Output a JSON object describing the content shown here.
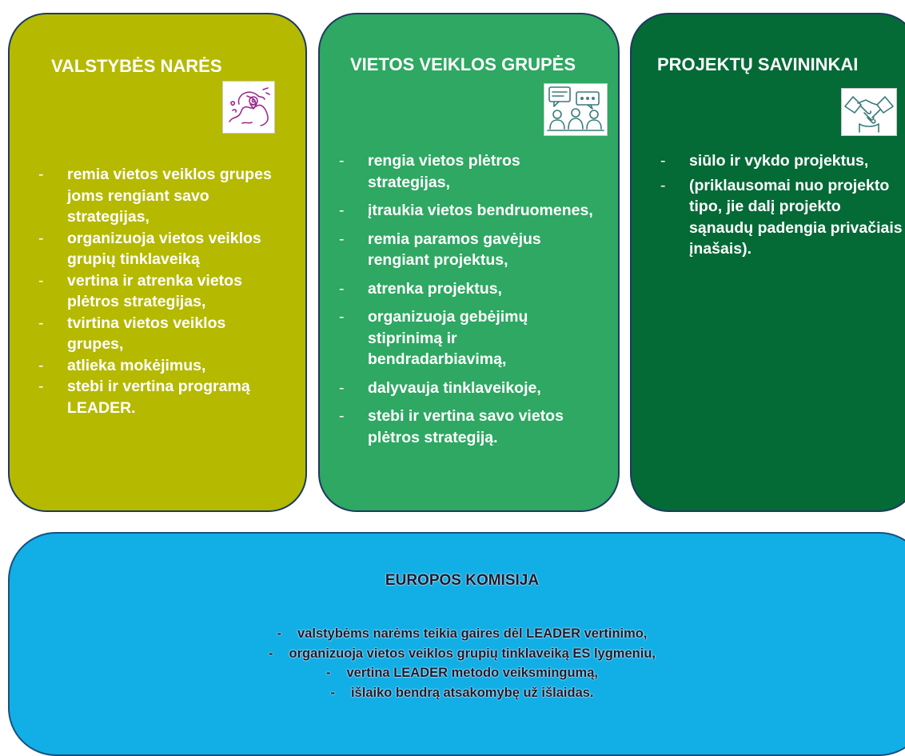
{
  "states": {
    "title": "VALSTYBĖS NARĖS",
    "icon": "europe-map-icon",
    "items": [
      "remia vietos veiklos grupes joms rengiant savo strategijas,",
      "organizuoja vietos veiklos grupių tinklaveiką",
      "vertina ir atrenka vietos plėtros strategijas,",
      "tvirtina vietos veiklos grupes,",
      "atlieka mokėjimus,",
      "stebi ir vertina programą LEADER."
    ]
  },
  "lag": {
    "title": "VIETOS VEIKLOS GRUPĖS",
    "icon": "group-discussion-icon",
    "items": [
      "rengia vietos plėtros strategijas,",
      "įtraukia vietos bendruomenes,",
      "remia paramos gavėjus rengiant projektus,",
      "atrenka projektus,",
      "organizuoja gebėjimų stiprinimą ir bendradarbiavimą,",
      "dalyvauja tinklaveikoje,",
      "stebi ir vertina savo vietos plėtros strategiją."
    ]
  },
  "owners": {
    "title": "PROJEKTŲ SAVININKAI",
    "icon": "handshake-icon",
    "items": [
      "siūlo ir vykdo projektus,",
      "(priklausomai nuo projekto tipo, jie dalį projekto sąnaudų padengia privačiais įnašais)."
    ]
  },
  "commission": {
    "title": "EUROPOS KOMISIJA",
    "items": [
      "valstybėms narėms teikia gaires dėl LEADER vertinimo,",
      "organizuoja vietos veiklos grupių tinklaveiką ES lygmeniu,",
      "vertina LEADER metodo veiksmingumą,",
      "išlaiko bendrą atsakomybę už išlaidas."
    ]
  },
  "bullet": "-",
  "colors": {
    "states": "#b5b900",
    "lag": "#2ea862",
    "owners": "#046a36",
    "commission": "#12aee6",
    "icon_states": "#9b2d8f",
    "icon_other": "#3b7a7a"
  }
}
